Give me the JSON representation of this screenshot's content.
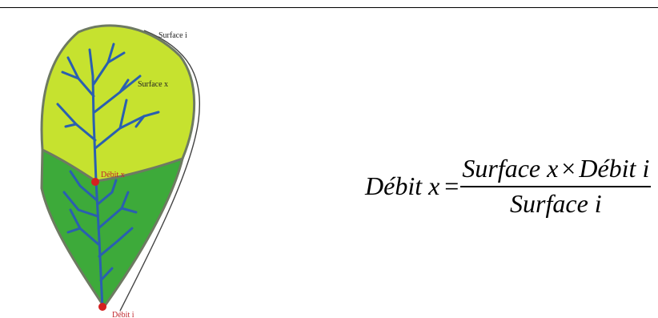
{
  "diagram": {
    "labels": {
      "surface_i": "Surface i",
      "surface_x": "Surface x",
      "debit_x": "Débit x",
      "debit_i": "Débit i"
    },
    "colors": {
      "upper_basin": "#c6e22f",
      "lower_basin": "#3daa3a",
      "basin_outline": "#6e7a62",
      "river": "#2a5fb0",
      "outlet_point": "#d42020",
      "outlet_label": "#c0262c"
    }
  },
  "formula": {
    "lhs": "Débit x",
    "equals": "=",
    "numerator_a": "Surface x",
    "operator": "×",
    "numerator_b": "Débit i",
    "denominator": "Surface i"
  }
}
